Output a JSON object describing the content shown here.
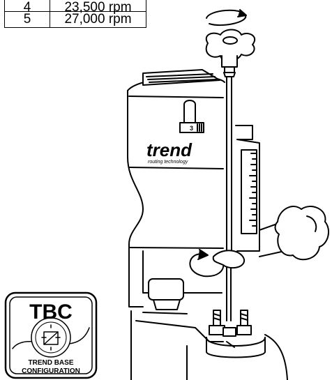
{
  "speed_table": {
    "rows": [
      {
        "setting": "4",
        "speed": "23,500 rpm"
      },
      {
        "setting": "5",
        "speed": "27,000 rpm"
      }
    ]
  },
  "router": {
    "brand": "trend",
    "tagline": "routing technology",
    "depth_indicator": "3"
  },
  "tbc_badge": {
    "title": "TBC",
    "line1": "TREND BASE",
    "line2": "CONFIGURATION"
  }
}
